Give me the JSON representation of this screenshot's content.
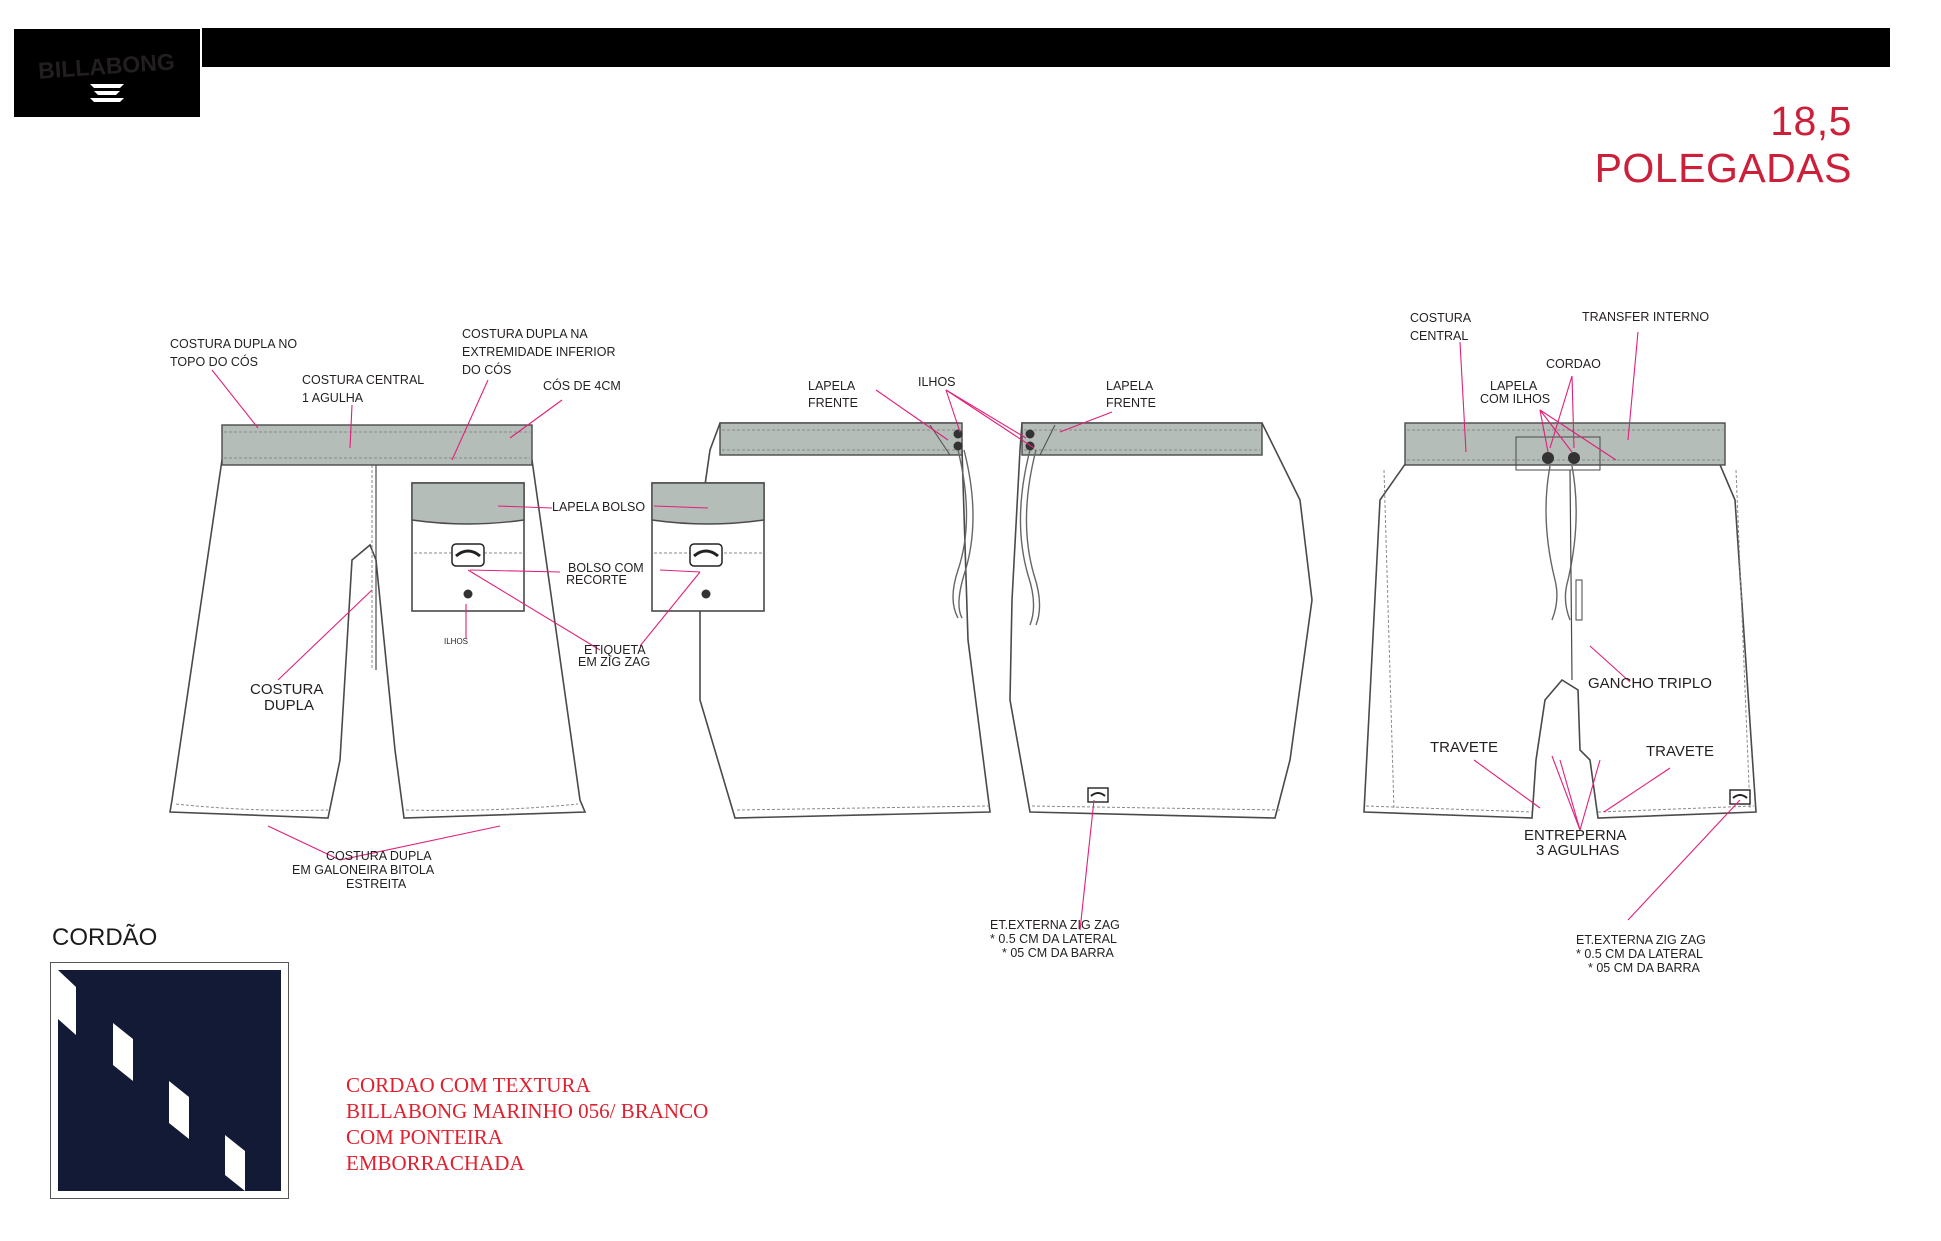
{
  "header": {
    "brand": "BILLABONG",
    "title": "18,5 POLEGADAS"
  },
  "colors": {
    "accent": "#cc1f3a",
    "waistband": "#b5bdb8",
    "callout_line": "#e0207a",
    "cord_navy": "#131a35"
  },
  "callouts": {
    "costura_dupla_topo_1": "COSTURA DUPLA NO",
    "costura_dupla_topo_2": "TOPO DO CÓS",
    "costura_central_1": "COSTURA CENTRAL",
    "costura_central_2": "1 AGULHA",
    "costura_dupla_inferior_1": "COSTURA DUPLA NA",
    "costura_dupla_inferior_2": "EXTREMIDADE INFERIOR",
    "costura_dupla_inferior_3": "DO CÓS",
    "cos_4cm": "CÓS DE 4CM",
    "lapela_bolso": "LAPELA BOLSO",
    "bolso_recorte_1": "BOLSO COM",
    "bolso_recorte_2": "RECORTE",
    "ilhos_small": "ILHOS",
    "etiqueta_1": "ETIQUETA",
    "etiqueta_2": "EM ZIG ZAG",
    "costura_dupla_1": "COSTURA",
    "costura_dupla_2": "DUPLA",
    "galoneira_1": "COSTURA DUPLA",
    "galoneira_2": "EM GALONEIRA BITOLA",
    "galoneira_3": "ESTREITA",
    "lapela_frente_left_1": "LAPELA",
    "lapela_frente_left_2": "FRENTE",
    "ilhos_side": "ILHOS",
    "lapela_frente_right_1": "LAPELA",
    "lapela_frente_right_2": "FRENTE",
    "et_externa_side_1": "ET.EXTERNA ZIG ZAG",
    "et_externa_side_2": "* 0.5 CM DA LATERAL",
    "et_externa_side_3": "* 05 CM DA BARRA",
    "costura_central_front_1": "COSTURA",
    "costura_central_front_2": "CENTRAL",
    "transfer_interno": "TRANSFER INTERNO",
    "cordao": "CORDAO",
    "lapela_ilhos_1": "LAPELA",
    "lapela_ilhos_2": "COM ILHOS",
    "gancho_triplo": "GANCHO TRIPLO",
    "travete_left": "TRAVETE",
    "travete_right": "TRAVETE",
    "entreperna_1": "ENTREPERNA",
    "entreperna_2": "3 AGULHAS",
    "et_externa_front_1": "ET.EXTERNA ZIG ZAG",
    "et_externa_front_2": "* 0.5 CM DA LATERAL",
    "et_externa_front_3": "* 05 CM DA BARRA"
  },
  "cord": {
    "title": "CORDÃO",
    "note": [
      "CORDAO COM TEXTURA",
      "BILLABONG MARINHO 056/ BRANCO",
      "COM PONTEIRA",
      "EMBORRACHADA"
    ]
  }
}
